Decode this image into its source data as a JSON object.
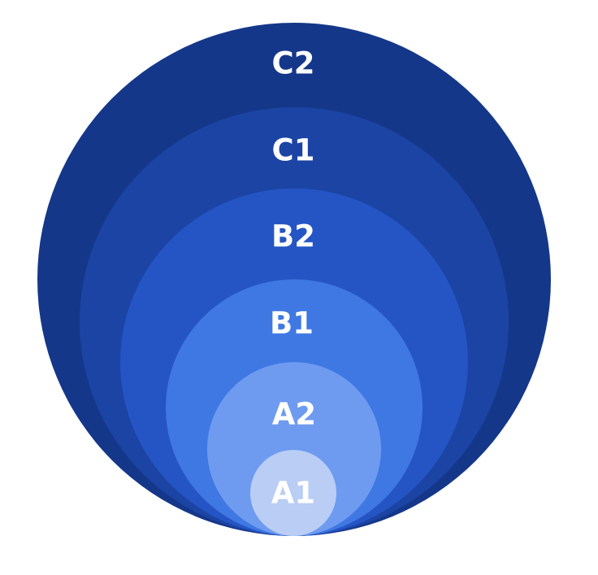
{
  "diagram": {
    "levels": [
      {
        "label": "C2",
        "color": "#15378a"
      },
      {
        "label": "C1",
        "color": "#1b44a4"
      },
      {
        "label": "B2",
        "color": "#2555c4"
      },
      {
        "label": "B1",
        "color": "#3f78e2"
      },
      {
        "label": "A2",
        "color": "#6e9bf0"
      },
      {
        "label": "A1",
        "color": "#b9cdf5"
      }
    ]
  }
}
